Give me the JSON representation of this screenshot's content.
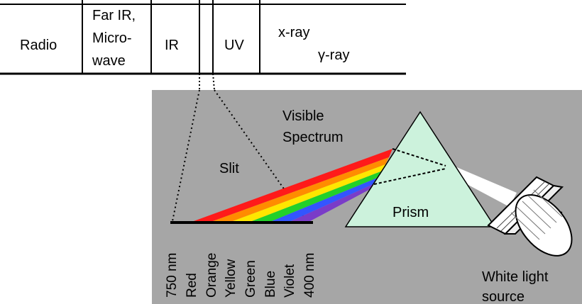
{
  "bands": [
    {
      "id": "radio",
      "lines": [
        "Radio"
      ]
    },
    {
      "id": "far-ir",
      "lines": [
        "Far IR,",
        "Micro-",
        "wave"
      ]
    },
    {
      "id": "ir",
      "lines": [
        "IR"
      ]
    },
    {
      "id": "uv",
      "lines": [
        "UV"
      ]
    },
    {
      "id": "xray",
      "lines": [
        "x-ray",
        "γ-ray"
      ]
    }
  ],
  "labels": {
    "visible_spectrum_1": "Visible",
    "visible_spectrum_2": "Spectrum",
    "slit": "Slit",
    "prism": "Prism",
    "white_light_1": "White light",
    "white_light_2": "source"
  },
  "spectrum_labels": [
    "750 nm",
    "Red",
    "Orange",
    "Yellow",
    "Green",
    "Blue",
    "Violet",
    "400 nm"
  ],
  "colors": {
    "panel": "#a6a6a6",
    "prism_fill": "#ccf2dc",
    "red": "#ff1a1a",
    "orange": "#ff8c00",
    "yellow": "#ffe600",
    "green": "#22d02a",
    "blue": "#3355ff",
    "violet": "#7a3cc8"
  }
}
